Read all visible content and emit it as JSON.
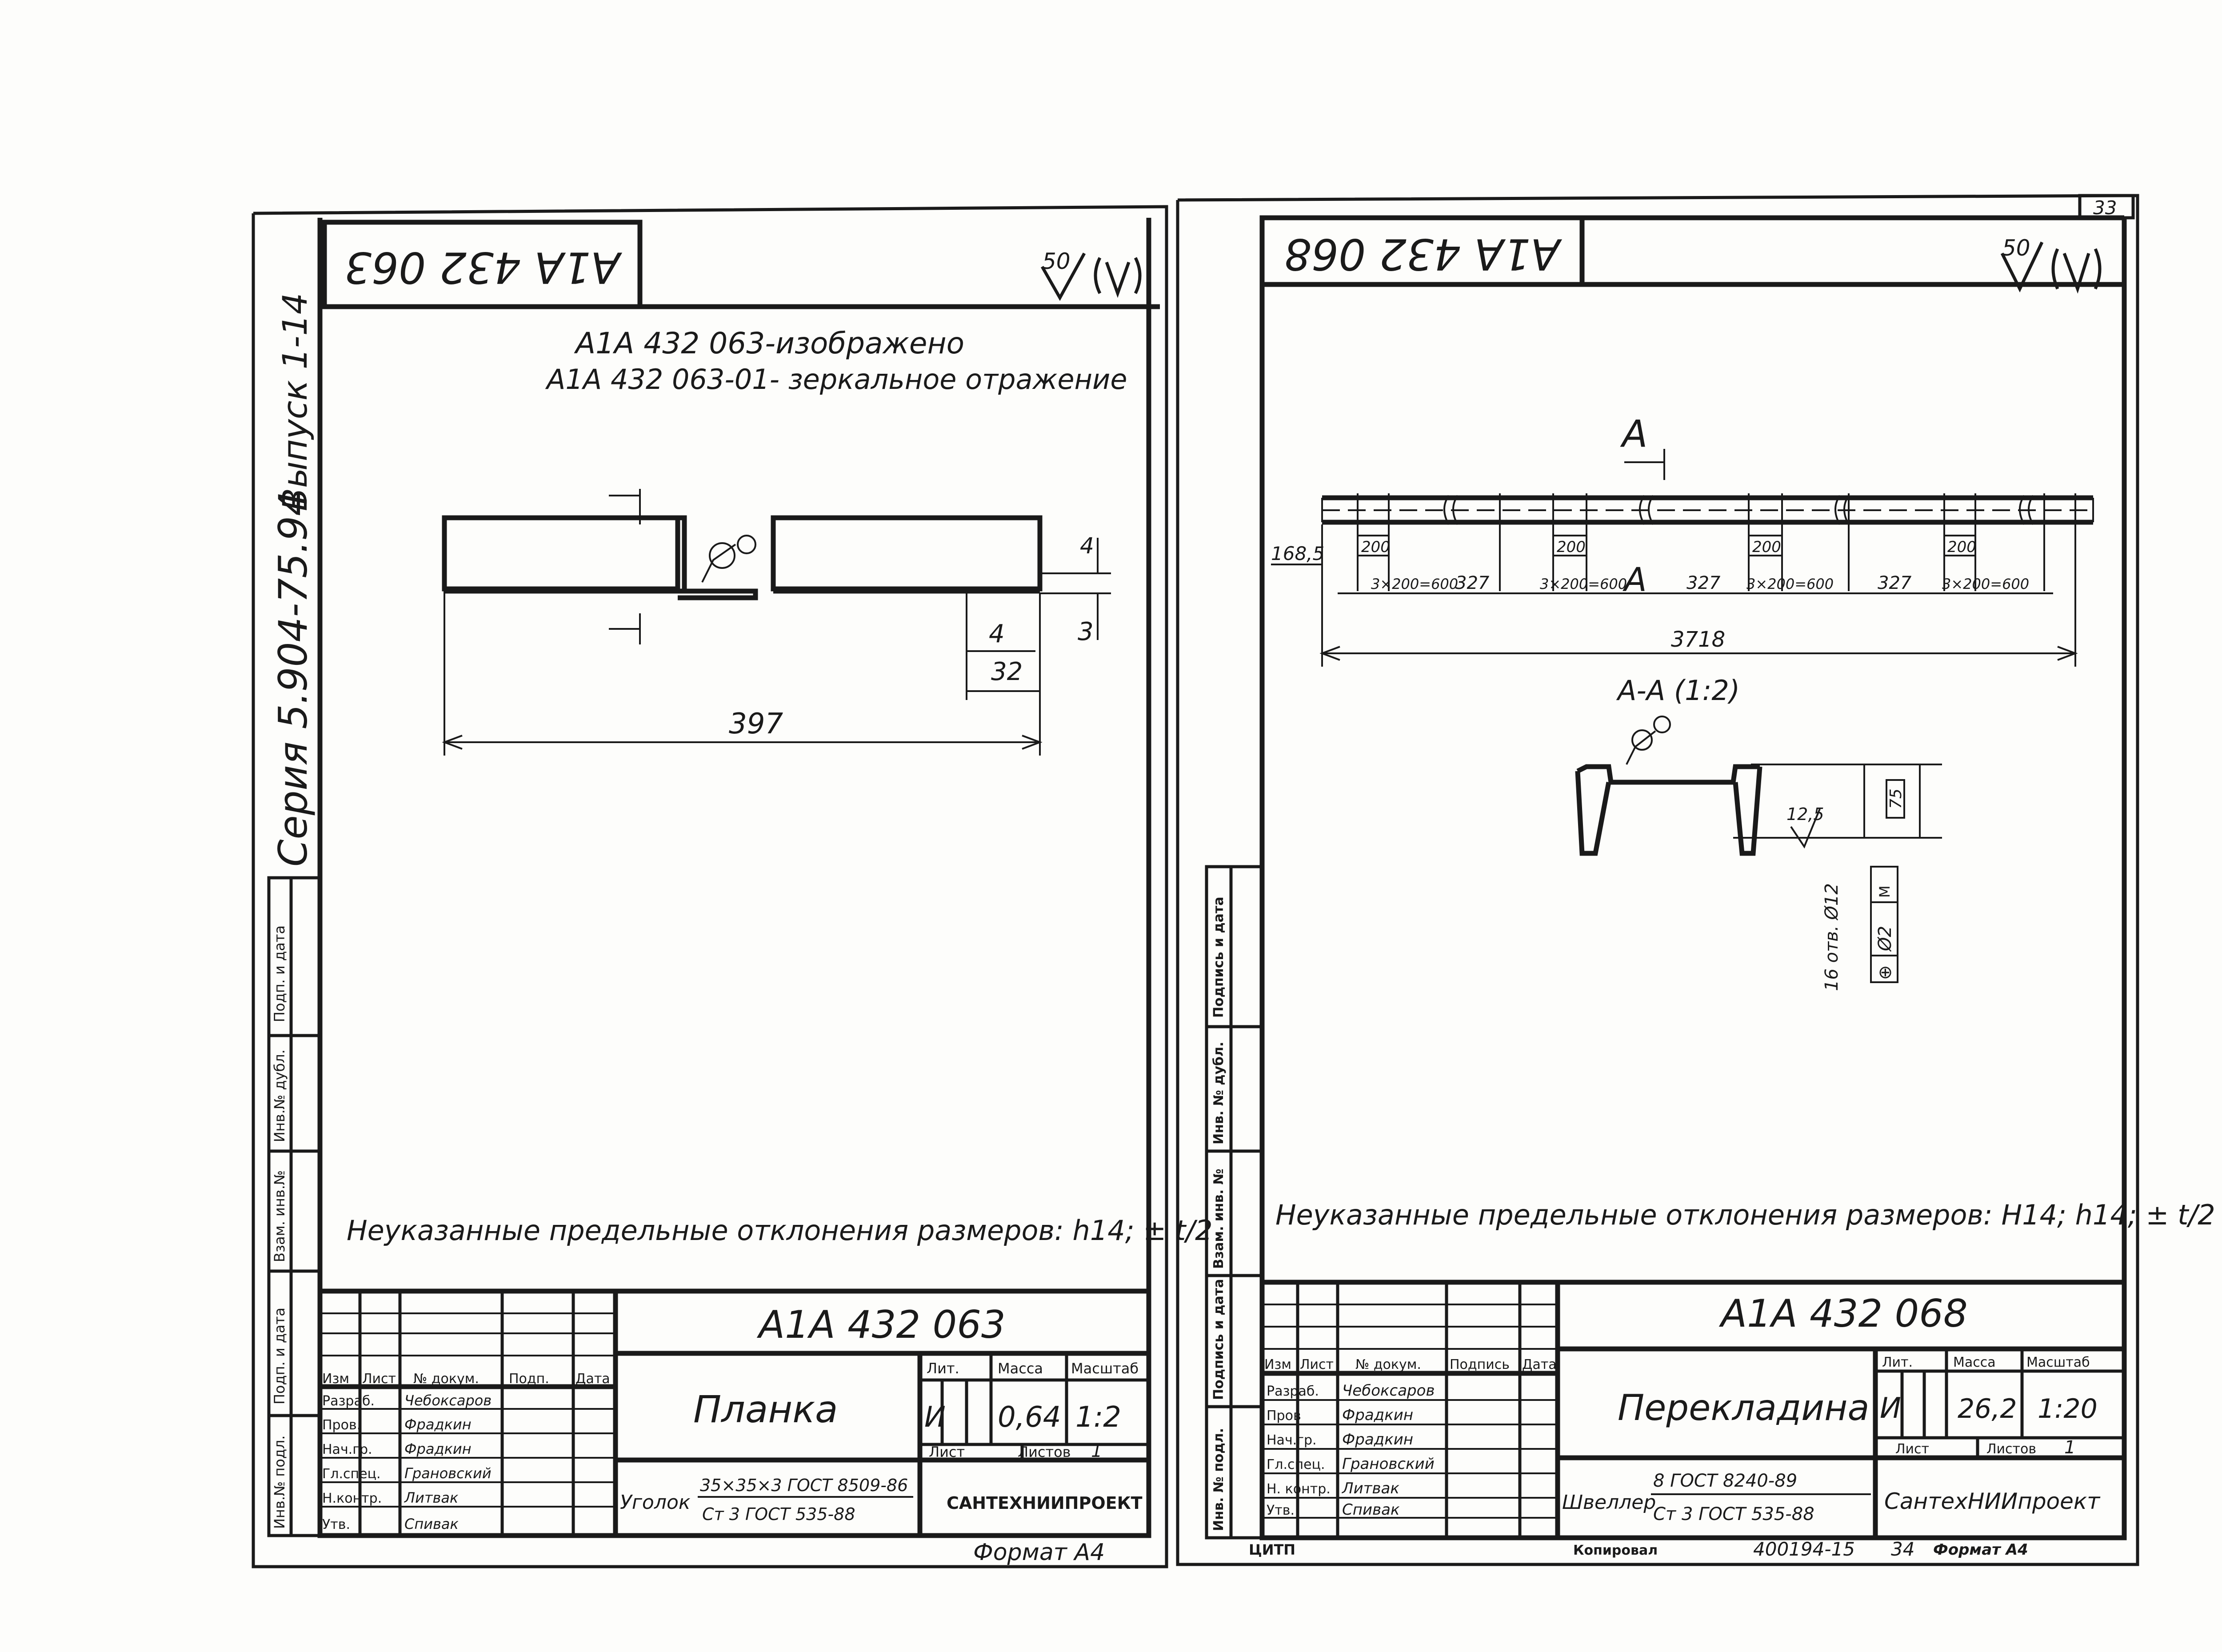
{
  "series_code": "Серия 5.904-75.94",
  "issue_code": "Выпуск 1-14",
  "sheet_top_number": "33",
  "left": {
    "stamp_rotated": "А1А 432 063",
    "roughness": "50",
    "line1": "А1А 432 063-изображено",
    "line2": "А1А 432 063-01- зеркальное отражение",
    "dim_total": "397",
    "dim_a": "4",
    "dim_b": "32",
    "dim_c": "3",
    "dim_d": "4",
    "tolerance_note": "Неуказанные предельные отклонения размеров: h14; ± t/2",
    "side_labels": [
      "Подп. и дата",
      "Инв.№ дубл.",
      "Взам. инв.№",
      "Подп. и дата",
      "Инв.№ подл."
    ],
    "title": {
      "code": "А1А 432 063",
      "name": "Планка",
      "lit_header": "Лит.",
      "mass_header": "Масса",
      "scale_header": "Масштаб",
      "lit": "И",
      "mass": "0,64",
      "scale": "1:2",
      "sheet_label": "Лист",
      "sheets_label": "Листов",
      "sheets": "1",
      "material_prefix": "Уголок",
      "material_top": "35×35×3 ГОСТ 8509-86",
      "material_bottom": "Ст 3 ГОСТ 535-88",
      "org": "САНТЕХНИИПРОЕКТ",
      "hdr": [
        "Изм",
        "Лист",
        "№ докум.",
        "Подп.",
        "Дата"
      ],
      "roles": [
        "Разраб.",
        "Пров.",
        "Нач.гр.",
        "Гл.спец.",
        "Н.контр.",
        "Утв."
      ],
      "names": [
        "Чебоксаров",
        "Фрадкин",
        "Фрадкин",
        "Грановский",
        "Литвак",
        "Спивак"
      ]
    },
    "format": "Формат А4"
  },
  "right": {
    "stamp_rotated": "А1А 432 068",
    "roughness": "50",
    "section_mark": "А",
    "section_label": "А-А (1:2)",
    "dim_start": "168,5",
    "boxed": [
      "200",
      "200",
      "200",
      "200"
    ],
    "spacing": [
      "3×200=600",
      "3×200=600",
      "3×200=600",
      "3×200=600"
    ],
    "gaps": [
      "327",
      "327",
      "327"
    ],
    "dim_total": "3718",
    "hole_note": "16 отв. Ø12",
    "tol_frame": [
      "⊕",
      "Ø2",
      "M"
    ],
    "dim_75": "75",
    "dim_125": "12,5",
    "tolerance_note": "Неуказанные предельные отклонения размеров: H14; h14; ± t/2",
    "side_labels": [
      "Подпись и дата",
      "Инв. № дубл.",
      "Взам. инв. №",
      "Подпись и дата",
      "Инв. № подл."
    ],
    "title": {
      "code": "А1А 432 068",
      "name": "Перекладина",
      "lit_header": "Лит.",
      "mass_header": "Масса",
      "scale_header": "Масштаб",
      "lit": "И",
      "mass": "26,2",
      "scale": "1:20",
      "sheet_label": "Лист",
      "sheets_label": "Листов",
      "sheets": "1",
      "material_prefix": "Швеллер",
      "material_top": "8 ГОСТ 8240-89",
      "material_bottom": "Ст 3 ГОСТ 535-88",
      "org": "СантехНИИпроект",
      "hdr": [
        "Изм",
        "Лист",
        "№ докум.",
        "Подпись",
        "Дата"
      ],
      "roles": [
        "Разраб.",
        "Пров",
        "Нач.гр.",
        "Гл.спец.",
        "Н. контр.",
        "Утв."
      ],
      "names": [
        "Чебоксаров",
        "Фрадкин",
        "Фрадкин",
        "Грановский",
        "Литвак",
        "Спивак"
      ]
    },
    "footer_left": "ЦИТП",
    "footer_copy": "Копировал",
    "footer_num": "400194-15",
    "footer_sheet": "34",
    "format": "Формат А4"
  }
}
